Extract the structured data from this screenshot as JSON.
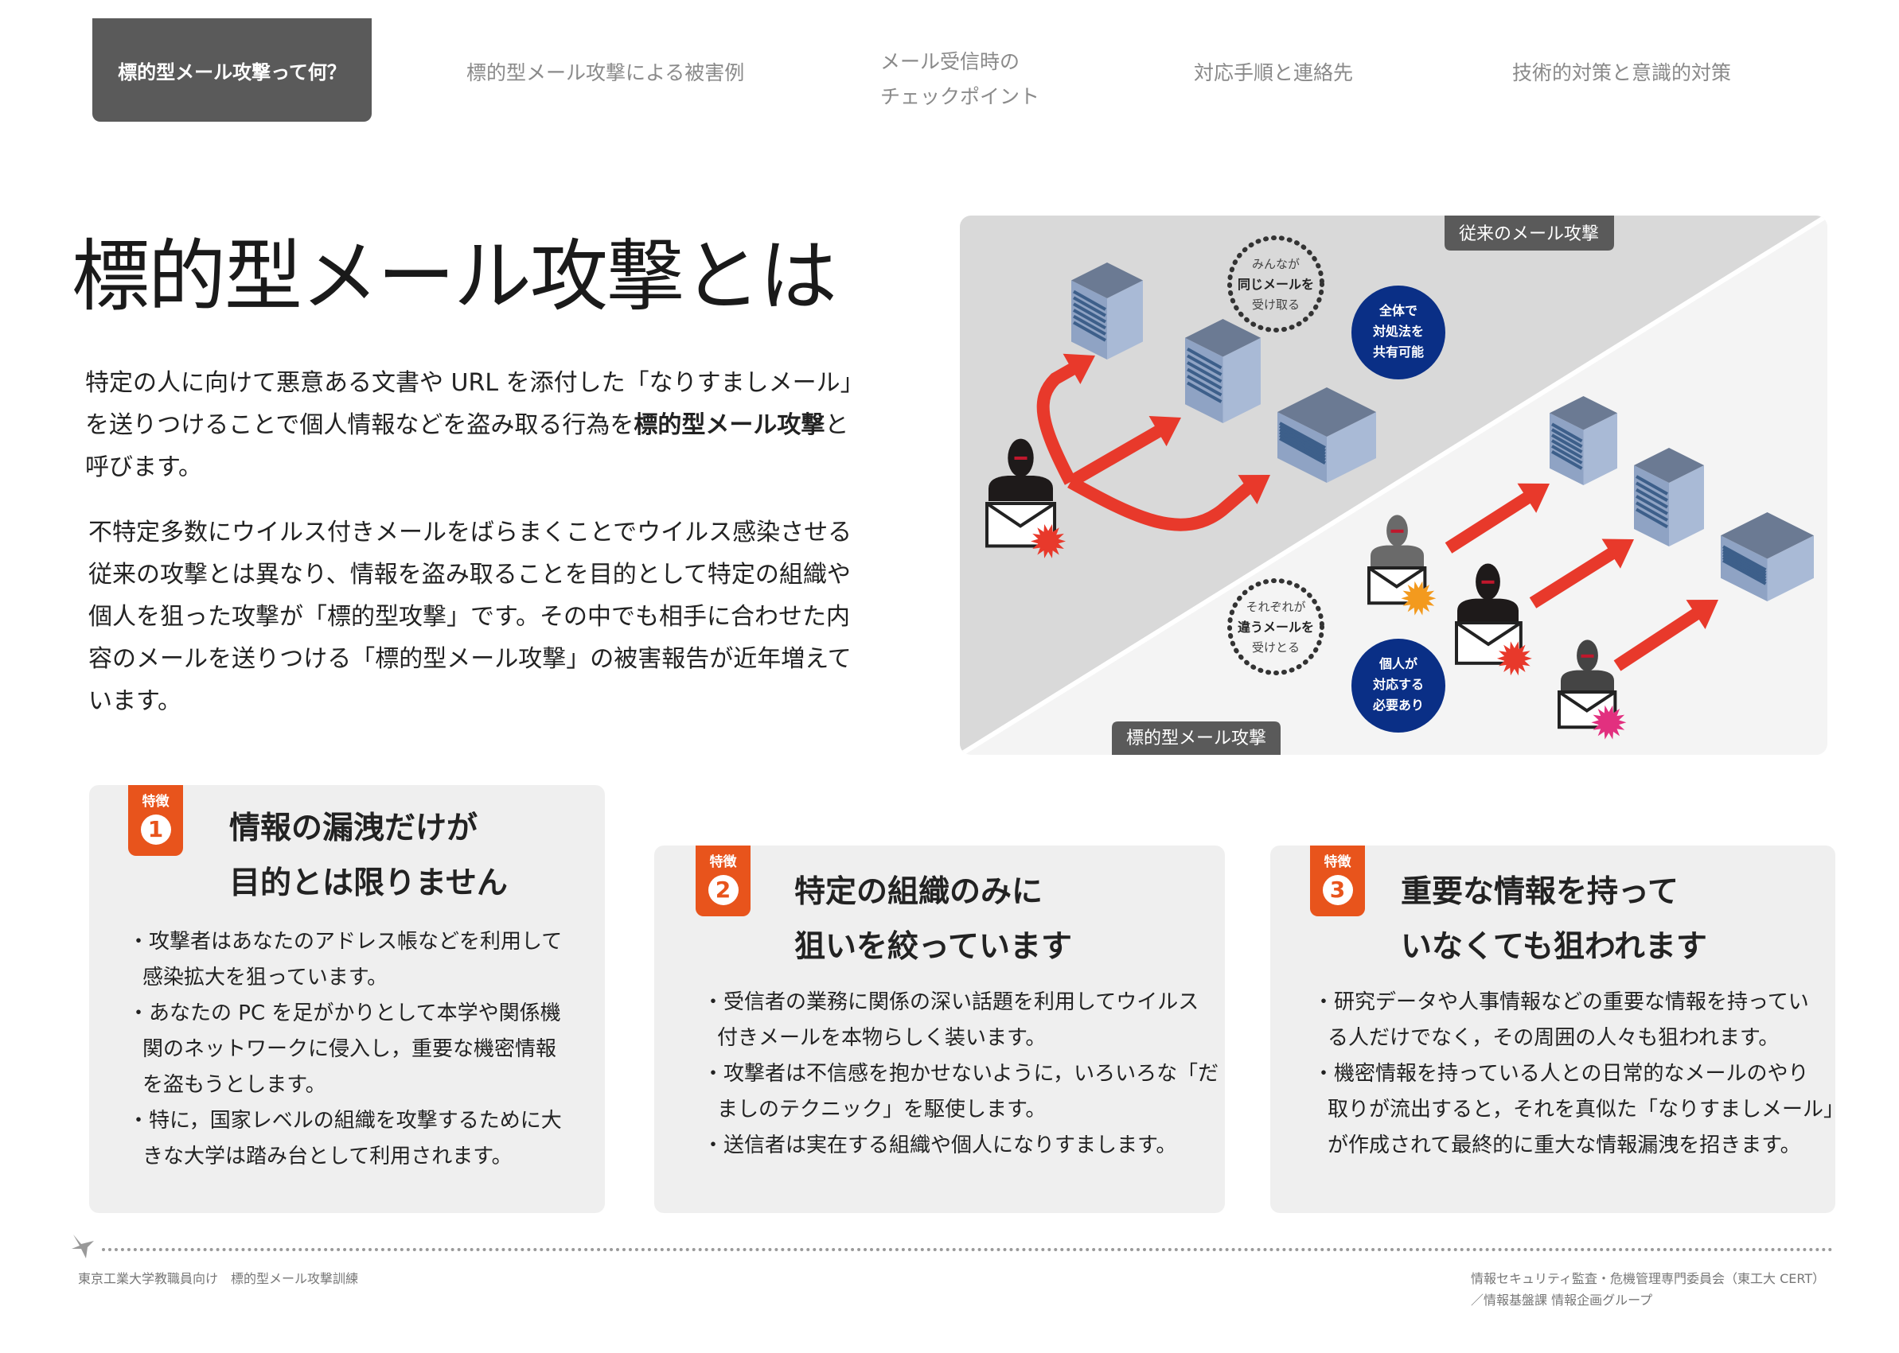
{
  "nav": {
    "active": "標的型メール攻撃って何？",
    "items": [
      "標的型メール攻撃による被害例",
      "メール受信時の",
      "チェックポイント",
      "対応手順と連絡先",
      "技術的対策と意識的対策"
    ]
  },
  "page_title": "標的型メール攻撃とは",
  "intro": {
    "p1": [
      [
        "特定の人に向けて悪意ある文書や URL を添付した「なりすましメール」"
      ],
      [
        "を送りつけることで個人情報などを盗み取る行為を",
        "標的型メール攻撃",
        "と"
      ],
      [
        "呼びます。"
      ]
    ],
    "p2": [
      "不特定多数にウイルス付きメールをばらまくことでウイルス感染させる",
      "従来の攻撃とは異なり、情報を盗み取ることを目的として特定の組織や",
      "個人を狙った攻撃が「標的型攻撃」です。その中でも相手に合わせた内",
      "容のメールを送りつける「標的型メール攻撃」の被害報告が近年増えて",
      "います。"
    ]
  },
  "illustration": {
    "tag_traditional": "従来のメール攻撃",
    "tag_targeted": "標的型メール攻撃",
    "bubble_same": [
      "みんなが",
      "同じメールを",
      "受け取る"
    ],
    "bubble_diff": [
      "それぞれが",
      "違うメールを",
      "受けとる"
    ],
    "circle_share": [
      "全体で",
      "対処法を",
      "共有可能"
    ],
    "circle_individual": [
      "個人が",
      "対応する",
      "必要あり"
    ],
    "colors": {
      "arrow": "#e8392b",
      "circle": "#0a2f86",
      "virus_orange": "#f39a1e",
      "virus_red": "#e8392b",
      "virus_pink": "#e2307f"
    }
  },
  "features": [
    {
      "label": "特徴",
      "num": "1",
      "title": [
        "情報の漏洩だけが",
        "目的とは限りません"
      ],
      "bullets": [
        [
          "・攻撃者はあなたのアドレス帳などを利用して",
          "感染拡大を狙っています。"
        ],
        [
          "・あなたの PC を足がかりとして本学や関係機",
          "関のネットワークに侵入し，重要な機密情報",
          "を盗もうとします。"
        ],
        [
          "・特に，国家レベルの組織を攻撃するために大",
          "きな大学は踏み台として利用されます。"
        ]
      ]
    },
    {
      "label": "特徴",
      "num": "2",
      "title": [
        "特定の組織のみに",
        "狙いを絞っています"
      ],
      "bullets": [
        [
          "・受信者の業務に関係の深い話題を利用してウイルス",
          "付きメールを本物らしく装います。"
        ],
        [
          "・攻撃者は不信感を抱かせないように，いろいろな「だ",
          "ましのテクニック」を駆使します。"
        ],
        [
          "・送信者は実在する組織や個人になりすまします。"
        ]
      ]
    },
    {
      "label": "特徴",
      "num": "3",
      "title": [
        "重要な情報を持って",
        "いなくても狙われます"
      ],
      "bullets": [
        [
          "・研究データや人事情報などの重要な情報を持ってい",
          "る人だけでなく，その周囲の人々も狙われます。"
        ],
        [
          "・機密情報を持っている人との日常的なメールのやり",
          "取りが流出すると，それを真似た「なりすましメール」",
          "が作成されて最終的に重大な情報漏洩を招きます。"
        ]
      ]
    }
  ],
  "footer": {
    "left": "東京工業大学教職員向け　標的型メール攻撃訓練",
    "right1": "情報セキュリティ監査・危機管理専門委員会（東工大 CERT）",
    "right2": "／情報基盤課 情報企画グループ"
  },
  "accent": "#e8541c"
}
